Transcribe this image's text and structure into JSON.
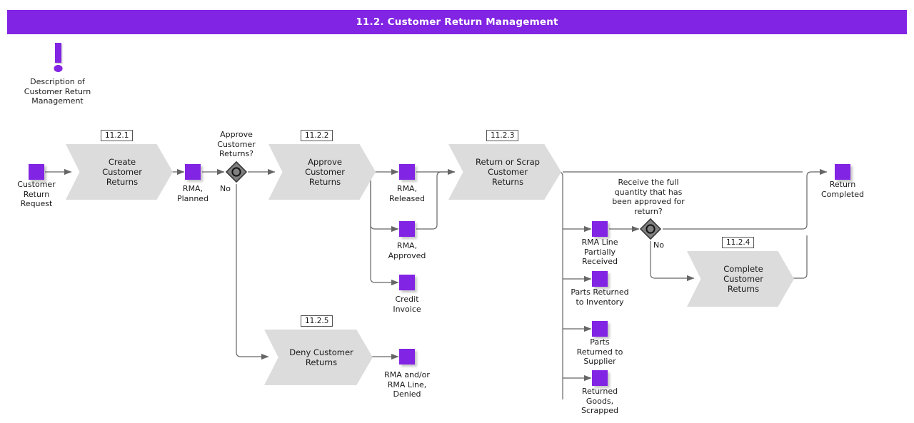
{
  "header": {
    "title": "11.2. Customer Return Management",
    "bg_color": "#8224e3",
    "text_color": "#ffffff"
  },
  "annotation": {
    "icon": "exclamation-mark-icon",
    "text": "Description of\nCustomer Return\nManagement"
  },
  "colors": {
    "accent_purple": "#8224e3",
    "task_fill": "#dcdcdc",
    "gateway_fill": "#808080",
    "connector": "#666666"
  },
  "events": [
    {
      "id": "customer-return-request",
      "label": "Customer\nReturn\nRequest"
    },
    {
      "id": "rma-planned",
      "label": "RMA,\nPlanned"
    },
    {
      "id": "rma-released",
      "label": "RMA,\nReleased"
    },
    {
      "id": "rma-approved",
      "label": "RMA,\nApproved"
    },
    {
      "id": "credit-invoice",
      "label": "Credit\nInvoice"
    },
    {
      "id": "rma-line-partially-received",
      "label": "RMA Line\nPartially\nReceived"
    },
    {
      "id": "parts-returned-to-inventory",
      "label": "Parts Returned\nto Inventory"
    },
    {
      "id": "parts-returned-to-supplier",
      "label": "Parts\nReturned to\nSupplier"
    },
    {
      "id": "returned-goods-scrapped",
      "label": "Returned\nGoods,\nScrapped"
    },
    {
      "id": "rma-denied",
      "label": "RMA and/or\nRMA Line,\nDenied"
    },
    {
      "id": "return-completed",
      "label": "Return\nCompleted"
    }
  ],
  "tasks": [
    {
      "id": "create-customer-returns",
      "badge": "11.2.1",
      "label": "Create\nCustomer\nReturns"
    },
    {
      "id": "approve-customer-returns",
      "badge": "11.2.2",
      "label": "Approve\nCustomer\nReturns"
    },
    {
      "id": "return-or-scrap-customer-returns",
      "badge": "11.2.3",
      "label": "Return or Scrap\nCustomer\nReturns"
    },
    {
      "id": "complete-customer-returns",
      "badge": "11.2.4",
      "label": "Complete\nCustomer\nReturns"
    },
    {
      "id": "deny-customer-returns",
      "badge": "11.2.5",
      "label": "Deny Customer\nReturns"
    }
  ],
  "gateways": [
    {
      "id": "approve-customer-returns-gateway",
      "question": "Approve\nCustomer\nReturns?",
      "branch": "No"
    },
    {
      "id": "receive-full-quantity-gateway",
      "question": "Receive the full\nquantity that has\nbeen approved for\nreturn?",
      "branch": "No"
    }
  ]
}
